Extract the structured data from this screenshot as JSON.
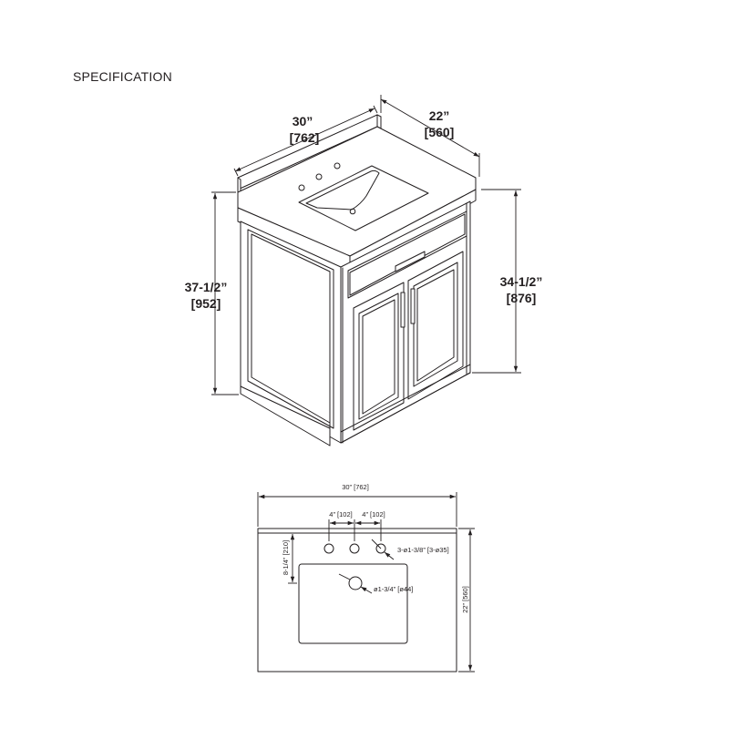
{
  "title": "SPECIFICATION",
  "iso_view": {
    "width_in": "30”",
    "width_mm": "[762]",
    "depth_in": "22”",
    "depth_mm": "[560]",
    "total_height_in": "37-1/2”",
    "total_height_mm": "[952]",
    "cabinet_height_in": "34-1/2”",
    "cabinet_height_mm": "[876]"
  },
  "top_view": {
    "width": "30” [762]",
    "hole_spacing_left": "4” [102]",
    "hole_spacing_right": "4” [102]",
    "faucet_holes": "3-ø1-3/8” [3-ø35]",
    "sink_offset": "8-1/4” [210]",
    "drain": "ø1-3/4” [ø44]",
    "depth": "22” [560]"
  }
}
